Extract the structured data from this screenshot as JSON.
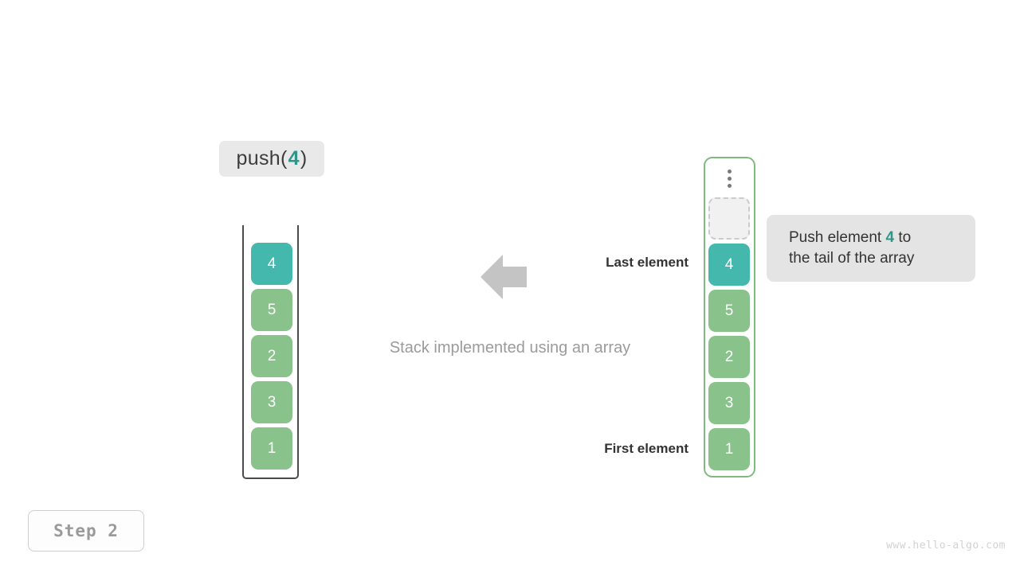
{
  "operation": {
    "prefix": "push(",
    "value": "4",
    "suffix": ")"
  },
  "left_stack": {
    "title": "Stack implemented using an array",
    "cells": [
      {
        "value": "4",
        "color": "teal"
      },
      {
        "value": "5",
        "color": "green"
      },
      {
        "value": "2",
        "color": "green"
      },
      {
        "value": "3",
        "color": "green"
      },
      {
        "value": "1",
        "color": "green"
      }
    ]
  },
  "annotations": {
    "last_element": "Last element",
    "first_element": "First element",
    "arrow_icon": "arrow-left-icon"
  },
  "right_array": {
    "overflow_icon": "vertical-ellipsis-icon",
    "empty_slot": "",
    "cells": [
      {
        "value": "4",
        "color": "teal"
      },
      {
        "value": "5",
        "color": "green"
      },
      {
        "value": "2",
        "color": "green"
      },
      {
        "value": "3",
        "color": "green"
      },
      {
        "value": "1",
        "color": "green"
      }
    ]
  },
  "bubble": {
    "line1_before": "Push element ",
    "accent": "4",
    "line1_after": " to",
    "line2": "the tail of the array"
  },
  "footer": {
    "step": "Step 2",
    "watermark": "www.hello-algo.com"
  },
  "colors": {
    "teal": "#45b8ad",
    "green": "#89c28b",
    "accent_text": "#2e9688",
    "arrow_gray": "#c4c4c4",
    "frame_green": "#7fba81",
    "frame_dark": "#4b4b4b"
  }
}
